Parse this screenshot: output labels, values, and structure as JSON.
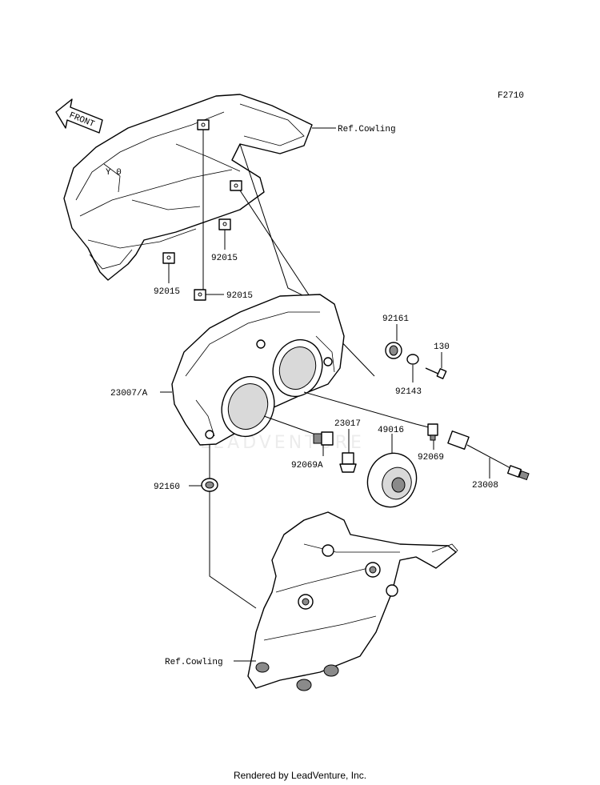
{
  "diagram": {
    "figure_code": "F2710",
    "front_arrow_text": "FRONT",
    "watermark": "LEADVENTURE",
    "labels": {
      "ref_cowling_top": "Ref.Cowling",
      "ref_cowling_bottom": "Ref.Cowling",
      "part_92015_a": "92015",
      "part_92015_b": "92015",
      "part_92015_c": "92015",
      "part_23007a": "23007/A",
      "part_92161": "92161",
      "part_130": "130",
      "part_92143": "92143",
      "part_23017": "23017",
      "part_49016": "49016",
      "part_92069a": "92069A",
      "part_92069": "92069",
      "part_23008": "23008",
      "part_92160": "92160"
    }
  },
  "footer": {
    "text": "Rendered by LeadVenture, Inc."
  }
}
